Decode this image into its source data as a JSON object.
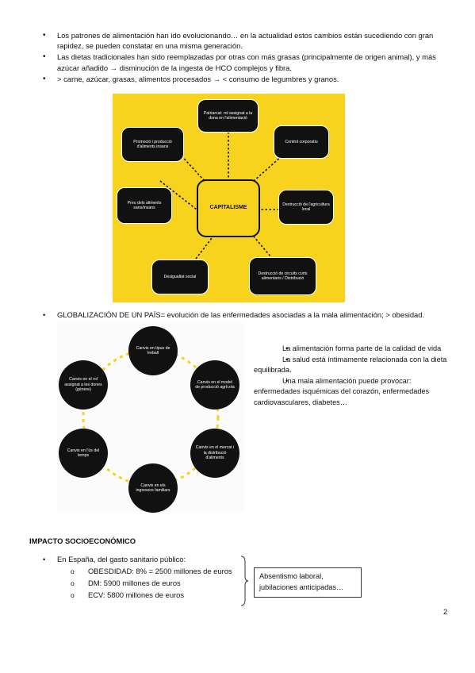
{
  "bullets": [
    "Los patrones de alimentación han ido evolucionando… en la actualidad estos cambios están sucediendo con gran rapidez, se pueden constatar en una misma generación.",
    "Las dietas tradicionales han sido reemplazadas por otras con más grasas (principalmente de origen animal), y más azúcar añadido → disminución de la ingesta de HCO complejos y fibra.",
    "> carne, azúcar, grasas, alimentos procesados → < consumo de legumbres y granos."
  ],
  "capitalism_diagram": {
    "center": "CAPITALISME",
    "nodes": {
      "top": "Patriarcat: rol assignat a la dona en l'alimentació",
      "top_right": "Control corporatiu",
      "right": "Destrucció de l'agricultura local",
      "bottom_right": "Destrucció de circuits curts alimentaris / Distribució",
      "bottom": "Desigualtat social",
      "left": "Preu dels aliments sans/insans",
      "top_left": "Promoció i producció d'aliments insans"
    },
    "background_color": "#f7d31d"
  },
  "globalization": "GLOBALIZACIÓN DE UN PAÍS= evolución de las enfermedades asociadas a la mala alimentación; > obesidad.",
  "cycle_diagram": {
    "nodes": {
      "top": "Canvis en tipus de treball",
      "top_right": "Canvis en el model de producció agrícola",
      "right": "Canvis en el mercat i la distribució d'aliments",
      "bottom": "Canvis en els ingressos familiars",
      "left": "Canvis en l'ús del temps",
      "top_left": "Canvis en el rol assignat a les dones (gènere)"
    }
  },
  "side_points": [
    "La alimentación forma parte de la calidad de vida",
    "La salud está íntimamente relacionada con la dieta equilibrada.",
    "Una mala alimentación puede provocar: enfermedades isquémicas del corazón, enfermedades cardiovasculares, diabetes…"
  ],
  "section_heading": "IMPACTO SOCIOECONÓMICO",
  "spain_intro": "En España, del gasto sanitario público:",
  "spain_items": [
    "OBESDIDAD: 8% = 2500 millones de euros",
    "DM: 5900 millones de euros",
    "ECV: 5800 millones de euros"
  ],
  "box_note": "Absentismo laboral, jubilaciones anticipadas…",
  "page_number": "2"
}
